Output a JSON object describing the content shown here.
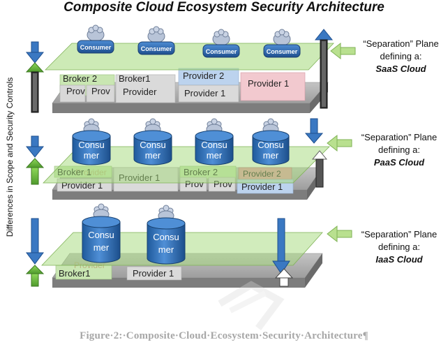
{
  "title": "Composite Cloud Ecosystem Security Architecture",
  "y_axis_label": "Differences in Scope and Security Controls",
  "caption": "Figure·2:·Composite·Cloud·Ecosystem·Security·Architecture¶",
  "colors": {
    "plane_green": "#a4d97a",
    "slab_grey": "#a8a8a8",
    "consumer_blue": "#2f6fb5",
    "arrow_blue": "#3a78c2",
    "arrow_green": "#7fcf4a",
    "provider_pink": "#e89aa8",
    "provider_blue": "#bcd3ee"
  },
  "layers": [
    {
      "name": "SaaS",
      "plane_label_line1": "“Separation” Plane",
      "plane_label_line2": "defining a:",
      "cloud": "SaaS Cloud",
      "consumers": [
        "Consumer",
        "Consumer",
        "Consumer",
        "Consumer"
      ],
      "blocks": [
        "Broker 2",
        "Prov",
        "Prov",
        "Broker1",
        "Provider",
        "Provider 2",
        "Provider 1",
        "Provider 1"
      ]
    },
    {
      "name": "PaaS",
      "plane_label_line1": "“Separation” Plane",
      "plane_label_line2": "defining a:",
      "cloud": "PaaS Cloud",
      "consumers": [
        [
          "Consu",
          "mer"
        ],
        [
          "Consu",
          "mer"
        ],
        [
          "Consu",
          "mer"
        ],
        [
          "Consu",
          "mer"
        ]
      ],
      "blocks": [
        "Broker 1",
        "Provider 1",
        "Provider 1",
        "Broker 2",
        "Prov",
        "Prov",
        "Provider 2",
        "Provider 1"
      ],
      "ghost_text": "Provider"
    },
    {
      "name": "IaaS",
      "plane_label_line1": "“Separation” Plane",
      "plane_label_line2": "defining a:",
      "cloud": "IaaS Cloud",
      "consumers": [
        [
          "Consu",
          "mer"
        ],
        [
          "Consu",
          "mer"
        ]
      ],
      "blocks": [
        "Broker1",
        "Provider 1"
      ],
      "ghost_text": "Provider"
    }
  ]
}
